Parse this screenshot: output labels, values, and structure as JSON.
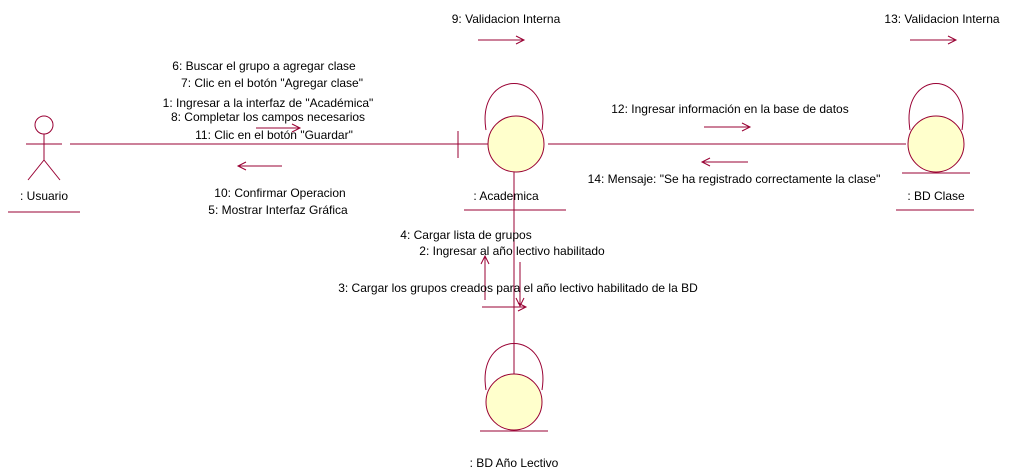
{
  "colors": {
    "line": "#990033",
    "entity_fill": "#ffffcc",
    "actor_fill": "#ffffff",
    "text": "#000000"
  },
  "objects": {
    "actor": ": Usuario",
    "academica": ": Academica",
    "bd_clase": ": BD Clase",
    "bd_anio": ": BD Año Lectivo"
  },
  "messages": {
    "m6": "6: Buscar el grupo a agregar clase",
    "m7": "7: Clic en el botón \"Agregar clase\"",
    "m1": "1: Ingresar a la interfaz de \"Académica\"",
    "m8": "8: Completar los campos necesarios",
    "m11": "11: Clic en el botón \"Guardar\"",
    "m10": "10: Confirmar Operacion",
    "m5": "5: Mostrar Interfaz Gráfica",
    "m9": "9: Validacion Interna",
    "m13": "13: Validacion Interna",
    "m12": "12: Ingresar información en la base de datos",
    "m14": "14: Mensaje: \"Se ha registrado correctamente la clase\"",
    "m4": "4: Cargar lista de grupos",
    "m2": "2: Ingresar al año lectivo habilitado",
    "m3": "3: Cargar los grupos creados para el año lectivo habilitado de la BD"
  }
}
